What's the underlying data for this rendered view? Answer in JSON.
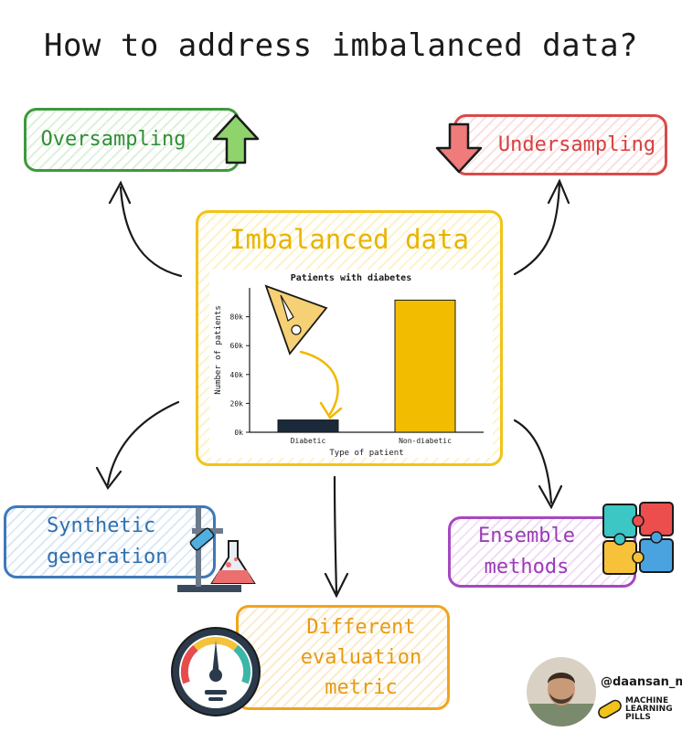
{
  "title": "How to address imbalanced data?",
  "center": {
    "title": "Imbalanced data"
  },
  "nodes": {
    "oversampling": "Oversampling",
    "undersampling": "Undersampling",
    "synthetic": [
      "Synthetic",
      "generation"
    ],
    "ensemble": [
      "Ensemble",
      "methods"
    ],
    "metric": [
      "Different",
      "evaluation",
      "metric"
    ]
  },
  "colors": {
    "green": "#3c9a3e",
    "red": "#d84b4b",
    "yellow": "#f2c318",
    "blue": "#3d79b8",
    "purple": "#a548c0",
    "orange": "#f0a51c",
    "bar_dark": "#1b2a3a"
  },
  "icons": [
    "up-arrow-icon",
    "down-arrow-icon",
    "lab-flask-icon",
    "puzzle-icon",
    "gauge-icon",
    "avatar",
    "pill-logo-icon"
  ],
  "author": {
    "handle": "@daansan_ml",
    "brand": [
      "MACHINE",
      "LEARNING",
      "PILLS"
    ]
  },
  "chart_data": {
    "type": "bar",
    "title": "Patients with diabetes",
    "categories": [
      "Diabetic",
      "Non-diabetic"
    ],
    "values": [
      8500,
      91500
    ],
    "colors": [
      "#1b2a3a",
      "#f2bd00"
    ],
    "xlabel": "Type of patient",
    "ylabel": "Number of patients",
    "yticks": [
      "0k",
      "20k",
      "40k",
      "60k",
      "80k"
    ],
    "ylim": [
      0,
      100000
    ],
    "grid": false
  }
}
